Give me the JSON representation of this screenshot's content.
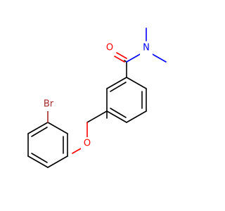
{
  "molecule": {
    "atoms": {
      "carbonyl_o": {
        "symbol": "O",
        "color": "#ff0000"
      },
      "amide_n": {
        "symbol": "N",
        "color": "#0000ff"
      },
      "ether_o": {
        "symbol": "O",
        "color": "#ff0000"
      },
      "bromine": {
        "symbol": "Br",
        "color": "#a52a2a"
      }
    }
  }
}
